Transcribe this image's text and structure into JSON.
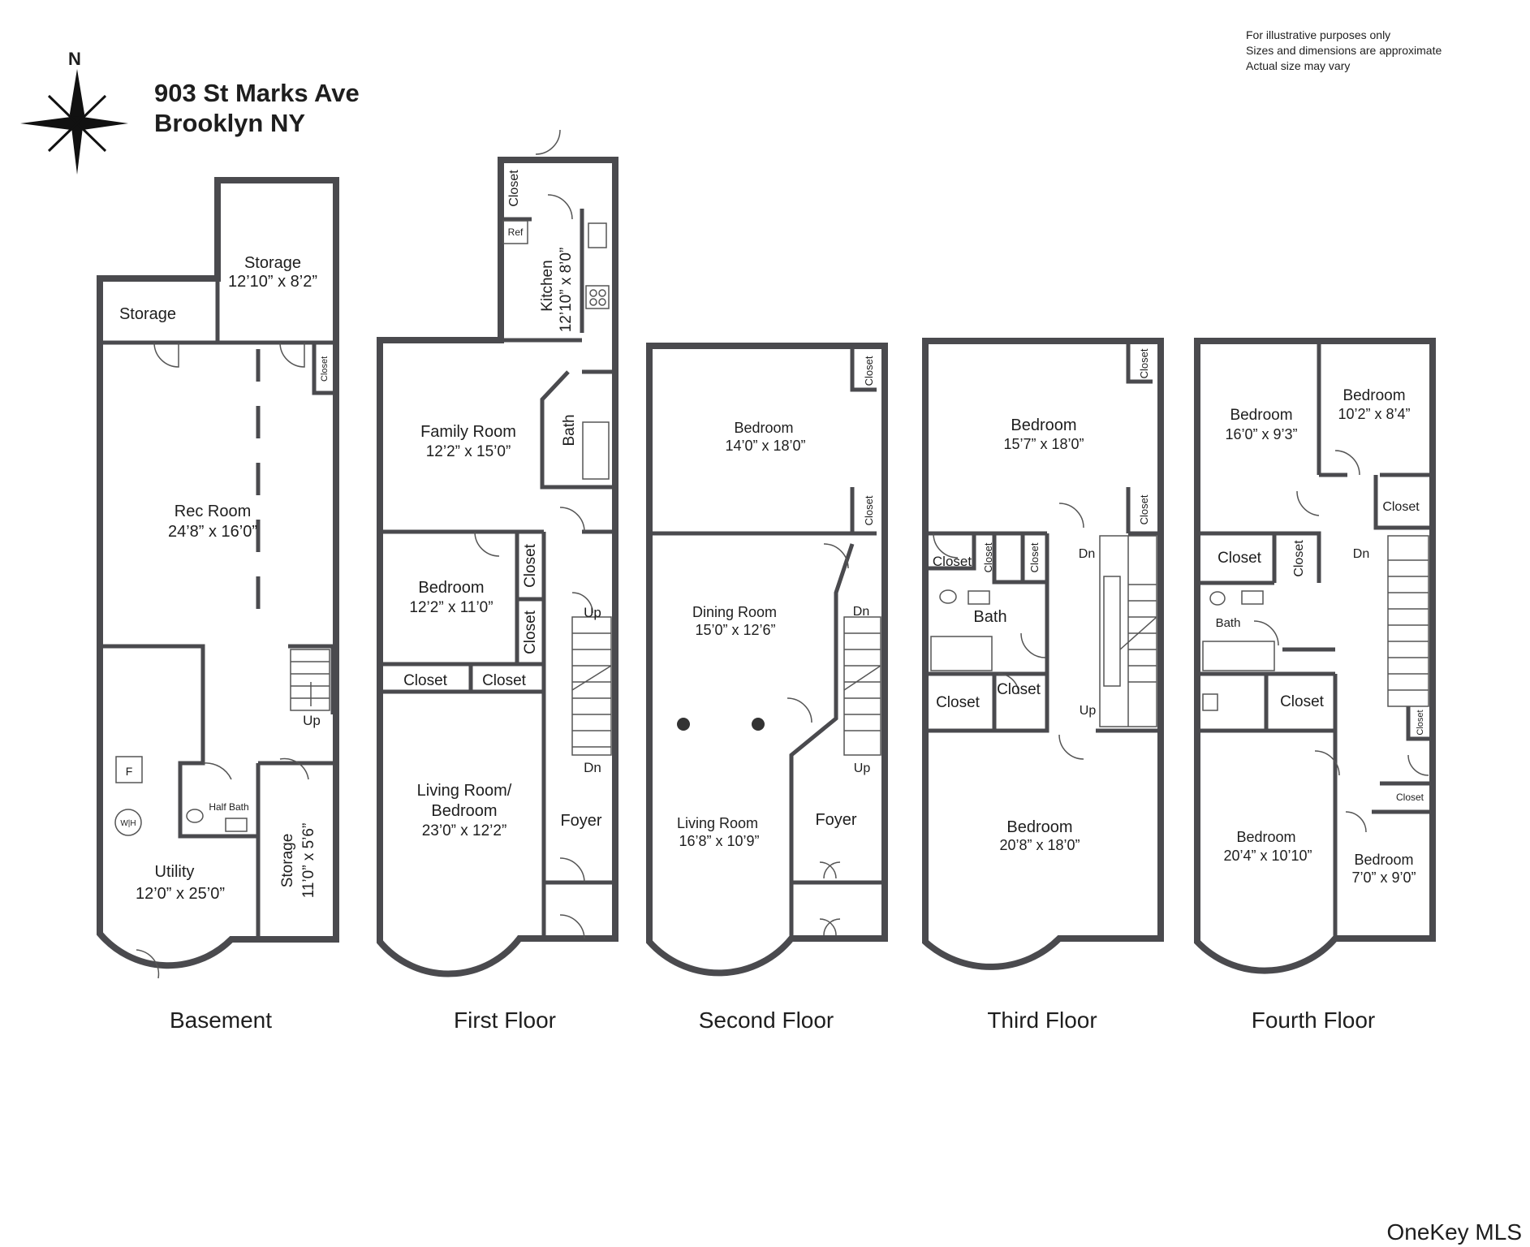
{
  "header": {
    "address_line1": "903 St Marks Ave",
    "address_line2": "Brooklyn NY",
    "compass": "N"
  },
  "disclaimer": [
    "For illustrative purposes only",
    "Sizes and dimensions are approximate",
    "Actual size may vary"
  ],
  "watermark": "OneKey MLS",
  "floors": {
    "basement": {
      "title": "Basement",
      "storage_a": {
        "name": "Storage",
        "dim": "12’10” x 8’2”"
      },
      "storage_b": {
        "name": "Storage"
      },
      "closet": "Closet",
      "rec_room": {
        "name": "Rec Room",
        "dim": "24’8” x 16’0”"
      },
      "up": "Up",
      "furnace": "F",
      "water_heater": "W|H",
      "half_bath": "Half Bath",
      "utility": {
        "name": "Utility",
        "dim": "12’0” x 25’0”"
      },
      "storage_c": {
        "name": "Storage",
        "dim": "11’0” x 5’6”"
      }
    },
    "first": {
      "title": "First Floor",
      "closet_top": "Closet",
      "ref": "Ref",
      "kitchen": {
        "name": "Kitchen",
        "dim": "12’10” x 8’0”"
      },
      "family_room": {
        "name": "Family Room",
        "dim": "12’2” x 15’0”"
      },
      "bath": "Bath",
      "bedroom": {
        "name": "Bedroom",
        "dim": "12’2” x 11’0”"
      },
      "closet_a": "Closet",
      "closet_b": "Closet",
      "closet_c": "Closet",
      "closet_d": "Closet",
      "up": "Up",
      "dn": "Dn",
      "living": {
        "name1": "Living Room/",
        "name2": "Bedroom",
        "dim": "23’0” x 12’2”"
      },
      "foyer": "Foyer"
    },
    "second": {
      "title": "Second Floor",
      "bedroom": {
        "name": "Bedroom",
        "dim": "14’0” x 18’0”"
      },
      "closet_a": "Closet",
      "closet_b": "Closet",
      "dining": {
        "name": "Dining Room",
        "dim": "15’0” x 12’6”"
      },
      "dn": "Dn",
      "up": "Up",
      "living": {
        "name": "Living Room",
        "dim": "16’8” x 10’9”"
      },
      "foyer": "Foyer"
    },
    "third": {
      "title": "Third Floor",
      "bedroom_top": {
        "name": "Bedroom",
        "dim": "15’7” x 18’0”"
      },
      "closet_a": "Closet",
      "closet_b": "Closet",
      "closet_c": "Closet",
      "closet_d": "Closet",
      "closet_e": "Closet",
      "closet_f": "Closet",
      "closet_g": "Closet",
      "bath": "Bath",
      "dn": "Dn",
      "up": "Up",
      "bedroom_bottom": {
        "name": "Bedroom",
        "dim": "20’8” x 18’0”"
      }
    },
    "fourth": {
      "title": "Fourth Floor",
      "bedroom_a": {
        "name": "Bedroom",
        "dim": "16’0” x 9’3”"
      },
      "bedroom_b": {
        "name": "Bedroom",
        "dim": "10’2” x 8’4”"
      },
      "closet_a": "Closet",
      "closet_b": "Closet",
      "closet_c": "Closet",
      "closet_d": "Closet",
      "closet_e": "Closet",
      "closet_f": "Closet",
      "bath": "Bath",
      "dn": "Dn",
      "bedroom_c": {
        "name": "Bedroom",
        "dim": "20’4” x 10’10”"
      },
      "bedroom_d": {
        "name": "Bedroom",
        "dim": "7’0” x 9’0”"
      }
    }
  }
}
